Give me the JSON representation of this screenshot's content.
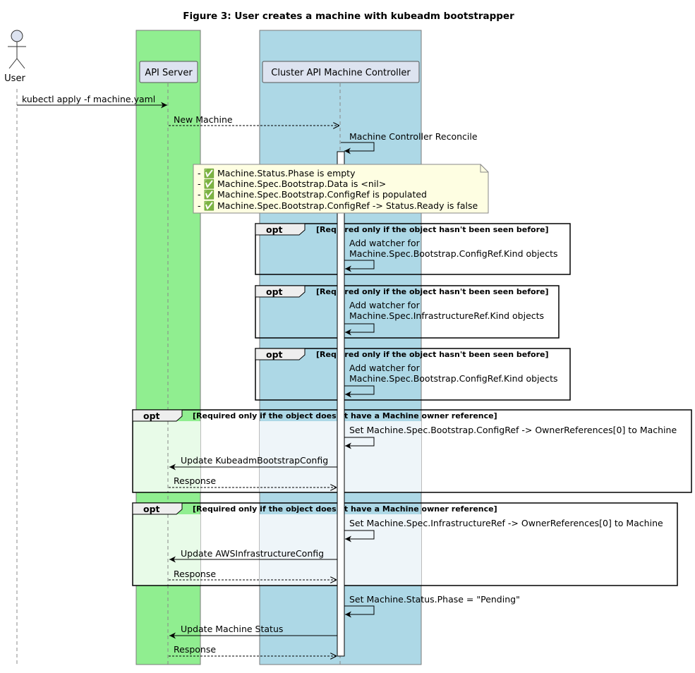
{
  "title": "Figure 3: User creates a machine with kubeadm bootstrapper",
  "colors": {
    "api_box": "#90ee90",
    "api_box_light": "#e8fbe8",
    "controller_box": "#add8e6",
    "controller_box_light": "#eef5f9",
    "participant_fill": "#dde3f0",
    "note_fill": "#fefee2",
    "line": "#000000"
  },
  "participants": {
    "user": "User",
    "api_server": "API Server",
    "controller": "Cluster API Machine Controller"
  },
  "messages": {
    "kubectl": "kubectl apply -f machine.yaml",
    "new_machine": "New Machine",
    "reconcile": "Machine Controller Reconcile",
    "watch_bootstrap_1": [
      "Add watcher for",
      "Machine.Spec.Bootstrap.ConfigRef.Kind objects"
    ],
    "watch_infra": [
      "Add watcher for",
      "Machine.Spec.InfrastructureRef.Kind objects"
    ],
    "watch_bootstrap_2": [
      "Add watcher for",
      "Machine.Spec.Bootstrap.ConfigRef.Kind objects"
    ],
    "set_bootstrap_owner": "Set Machine.Spec.Bootstrap.ConfigRef -> OwnerReferences[0] to Machine",
    "update_kubeadm": "Update KubeadmBootstrapConfig",
    "response_1": "Response",
    "set_infra_owner": "Set Machine.Spec.InfrastructureRef -> OwnerReferences[0] to Machine",
    "update_aws": "Update AWSInfrastructureConfig",
    "response_2": "Response",
    "set_phase": "Set Machine.Status.Phase = \"Pending\"",
    "update_status": "Update Machine Status",
    "response_3": "Response"
  },
  "note": {
    "lines": [
      "- ✅ Machine.Status.Phase is empty",
      "- ✅ Machine.Spec.Bootstrap.Data is <nil>",
      "- ✅ Machine.Spec.Bootstrap.ConfigRef is populated",
      "- ✅ Machine.Spec.Bootstrap.ConfigRef -> Status.Ready is false"
    ]
  },
  "fragments": {
    "opt1": {
      "keyword": "opt",
      "guard": "[Required only if the object hasn't been seen before]"
    },
    "opt2": {
      "keyword": "opt",
      "guard": "[Required only if the object hasn't been seen before]"
    },
    "opt3": {
      "keyword": "opt",
      "guard": "[Required only if the object hasn't been seen before]"
    },
    "opt4": {
      "keyword": "opt",
      "guard": "[Required only if the object doesn't have a Machine owner reference]"
    },
    "opt5": {
      "keyword": "opt",
      "guard": "[Required only if the object doesn't have a Machine owner reference]"
    }
  }
}
